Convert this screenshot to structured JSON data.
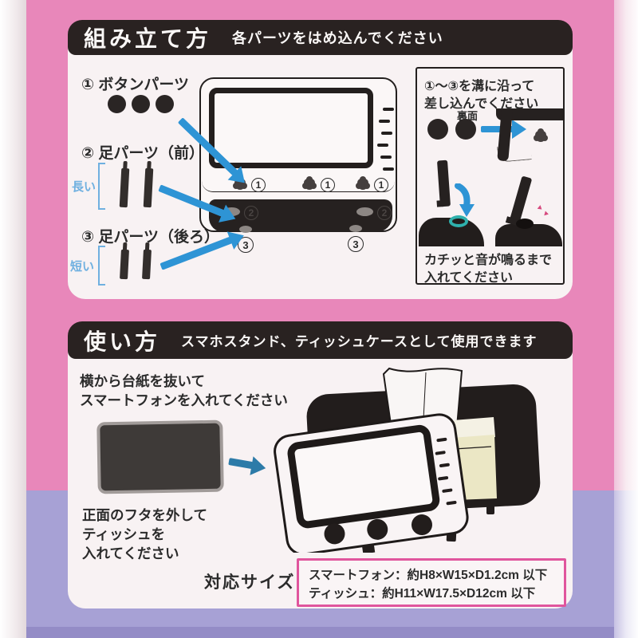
{
  "assembly": {
    "header": {
      "title": "組み立て方",
      "subtitle": "各パーツをはめ込んでください"
    },
    "parts": [
      {
        "label": "① ボタンパーツ"
      },
      {
        "label": "② 足パーツ（前）",
        "note": "長い"
      },
      {
        "label": "③ 足パーツ（後ろ）",
        "note": "短い"
      }
    ],
    "diagram": {
      "button_marker": "1",
      "front_marker": "2",
      "leg_marker": "3"
    },
    "insert_box": {
      "line1": "①〜③を溝に沿って",
      "line2": "差し込んでください",
      "back_label": "裏面",
      "note1": "カチッと音が鳴るまで",
      "note2": "入れてください"
    }
  },
  "usage": {
    "header": {
      "title": "使い方",
      "subtitle": "スマホスタンド、ティッシュケースとして使用できます"
    },
    "phone_step": {
      "line1": "横から台紙を抜いて",
      "line2": "スマートフォンを入れてください"
    },
    "tissue_step": {
      "line1": "正面のフタを外して",
      "line2": "ティッシュを",
      "line3": "入れてください"
    },
    "size_info": {
      "label": "対応サイズ",
      "rows": [
        "スマートフォン：約H8×W15×D1.2cm 以下",
        "ティッシュ：約H11×W17.5×D12cm 以下"
      ]
    }
  },
  "colors": {
    "pink_bg": "#e887ba",
    "purple_bg": "#a7a1d5",
    "panel_bg": "#f8f2f3",
    "header_bar": "#292221",
    "arrow_blue": "#2e94d5",
    "bracket_blue": "#6fb0e0",
    "teal_ring": "#2fb0ac",
    "sparkle_pink": "#d6497e",
    "size_box_border": "#e0559d"
  }
}
